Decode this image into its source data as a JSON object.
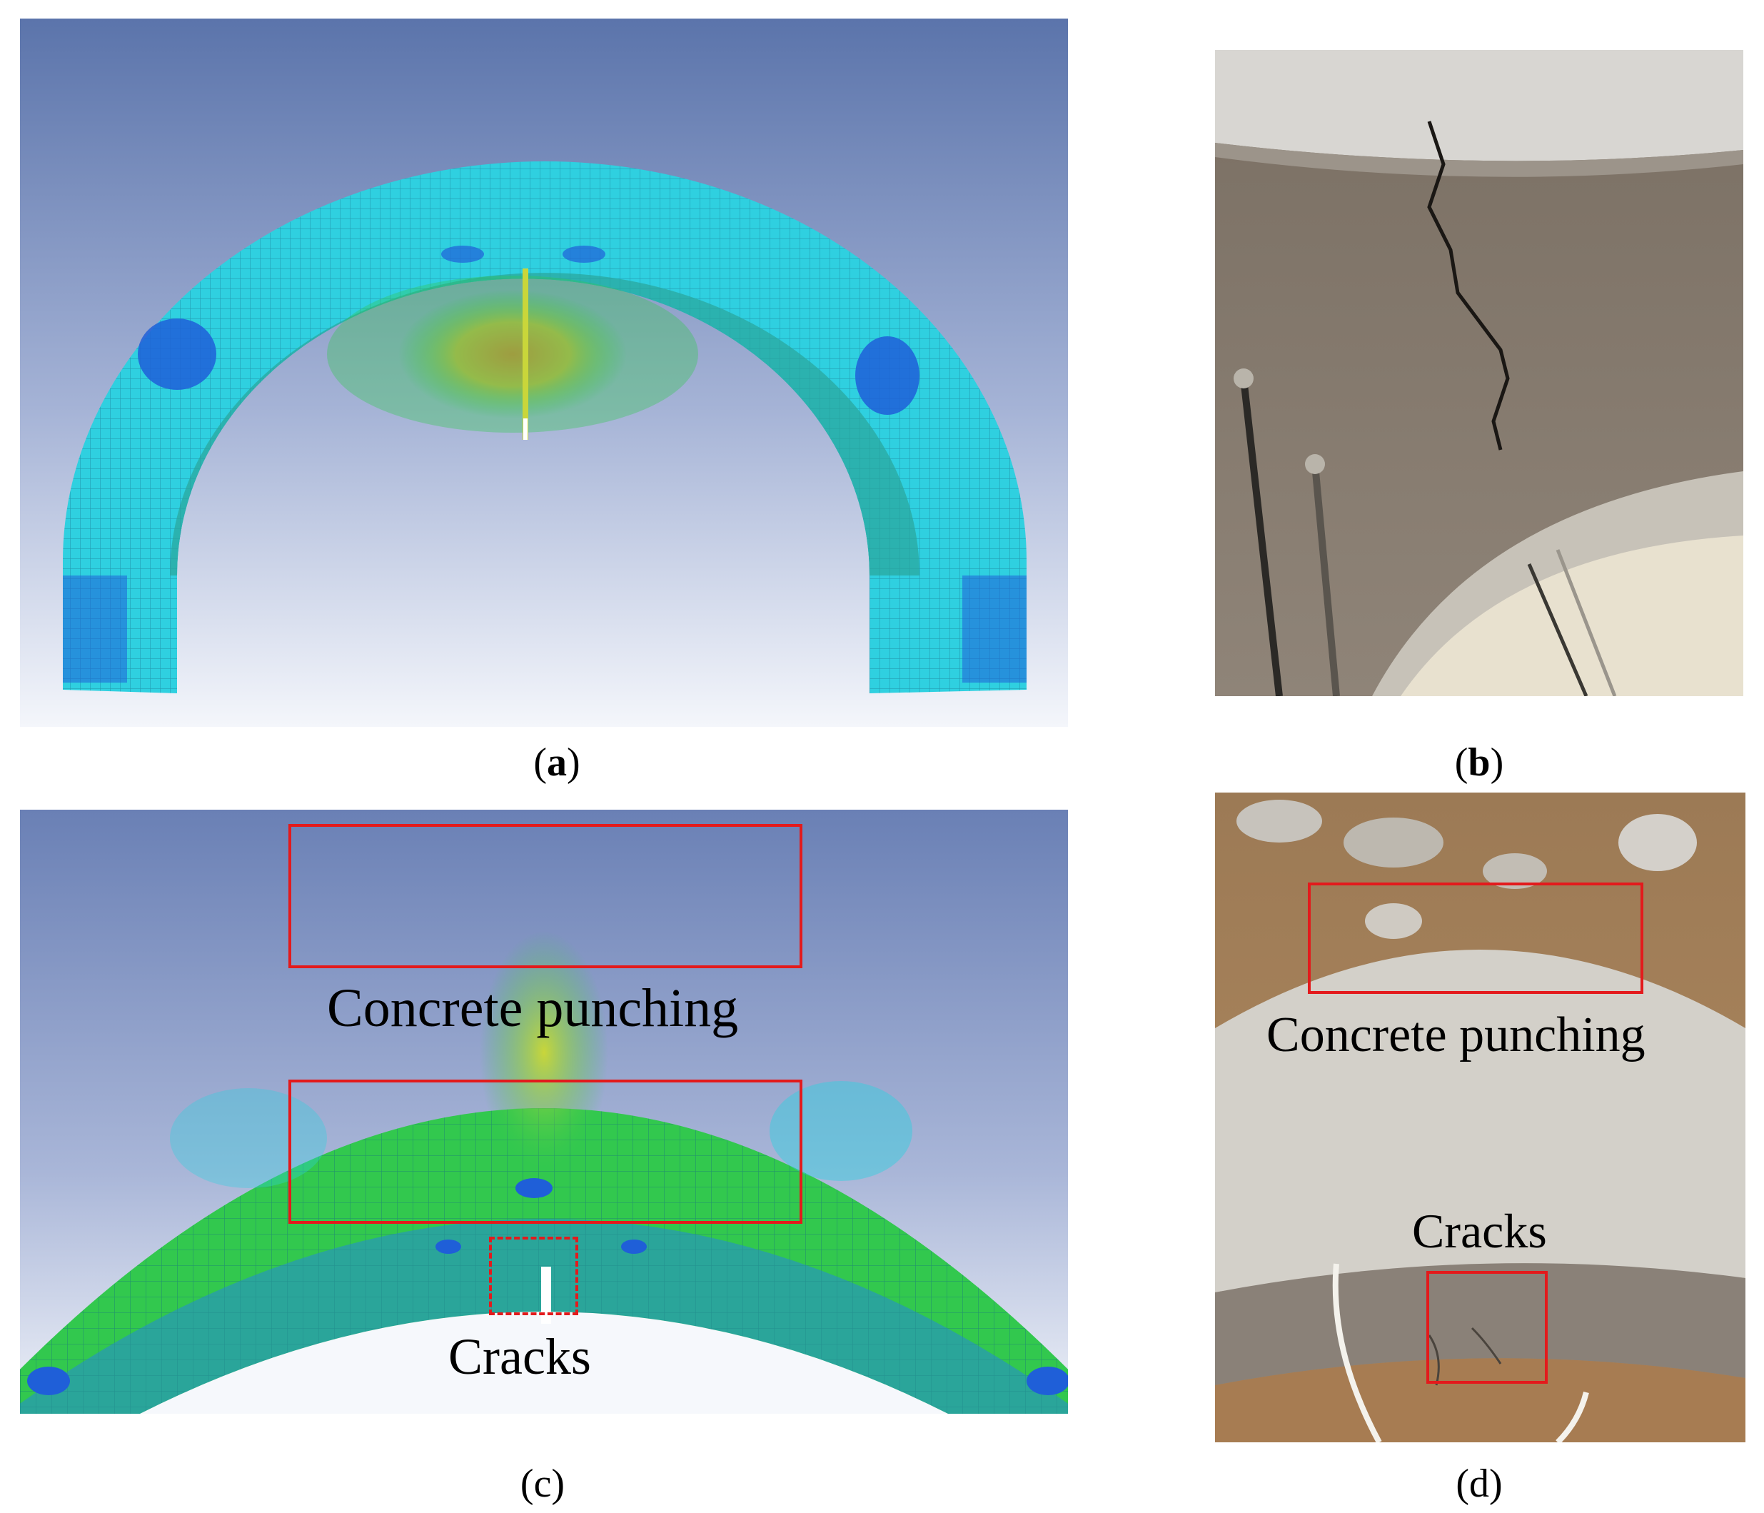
{
  "panels": {
    "a": {
      "caption_letter": "a",
      "caption_bold": true
    },
    "b": {
      "caption_letter": "b",
      "caption_bold": true
    },
    "c": {
      "caption_letter": "c",
      "caption_bold": false,
      "labels": {
        "punching": "Concrete punching",
        "cracks": "Cracks"
      }
    },
    "d": {
      "caption_letter": "d",
      "caption_bold": false,
      "labels": {
        "punching": "Concrete punching",
        "cracks": "Cracks"
      }
    }
  },
  "colors": {
    "sky_top": "#5b74ab",
    "sky_bottom": "#f4f6fb",
    "mesh_cyan": "#2fd0e0",
    "mesh_green": "#32c84e",
    "mesh_blue": "#1f5fd8",
    "mesh_yellow": "#c9d63a",
    "mesh_orange": "#d9863a",
    "annotation_red": "#e31a1c",
    "concrete": "#8a8178",
    "concrete_light": "#c9c6bf",
    "soil": "#a0774e"
  }
}
